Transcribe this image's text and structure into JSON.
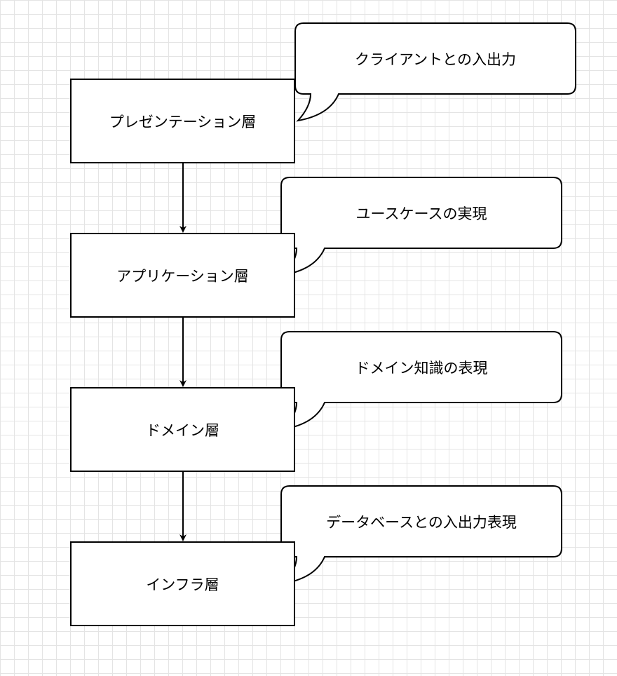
{
  "diagram": {
    "layers": [
      {
        "label": "プレゼンテーション層",
        "callout": "クライアントとの入出力"
      },
      {
        "label": "アプリケーション層",
        "callout": "ユースケースの実現"
      },
      {
        "label": "ドメイン層",
        "callout": "ドメイン知識の表現"
      },
      {
        "label": "インフラ層",
        "callout": "データベースとの入出力表現"
      }
    ]
  },
  "colors": {
    "stroke": "#000000",
    "fill": "#ffffff",
    "grid": "#e4e4e4"
  }
}
